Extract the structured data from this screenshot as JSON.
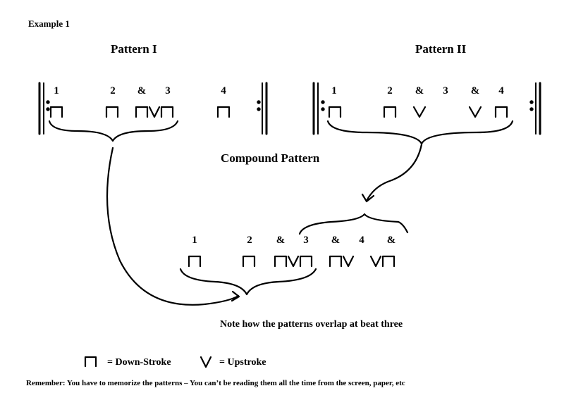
{
  "example_label": "Example 1",
  "pattern_1": {
    "title": "Pattern I",
    "beats": [
      "1",
      "2",
      "&",
      "3",
      "4"
    ]
  },
  "pattern_2": {
    "title": "Pattern II",
    "beats": [
      "1",
      "2",
      "&",
      "3",
      "&",
      "4"
    ]
  },
  "compound": {
    "title": "Compound Pattern",
    "beats": [
      "1",
      "2",
      "&",
      "3",
      "&",
      "4",
      "&"
    ]
  },
  "overlap_note": "Note how the patterns overlap at beat three",
  "legend": {
    "down_icon": "down-stroke-icon",
    "down_label": "= Down-Stroke",
    "up_icon": "upstroke-icon",
    "up_label": "= Upstroke"
  },
  "reminder": "Remember: You have to memorize the patterns – You can’t be reading them all the time from the screen, paper, etc"
}
